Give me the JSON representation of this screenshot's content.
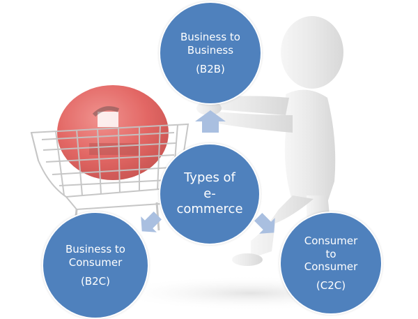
{
  "diagram": {
    "title": "Types of e-commerce",
    "colors": {
      "circle_fill": "#4f81bd",
      "circle_text": "#ffffff",
      "arrow_fill": "#a9bfe0",
      "cart_letter": "#e05a57",
      "background": "#ffffff"
    },
    "center": {
      "lines": [
        "Types of",
        "e-",
        "commerce"
      ]
    },
    "nodes": [
      {
        "id": "b2b",
        "lines": [
          "Business to",
          "Business"
        ],
        "abbr": "(B2B)"
      },
      {
        "id": "b2c",
        "lines": [
          "Business to",
          "Consumer"
        ],
        "abbr": "(B2C)"
      },
      {
        "id": "c2c",
        "lines": [
          "Consumer",
          "to",
          "Consumer"
        ],
        "abbr": "(C2C)"
      }
    ],
    "illustration": {
      "cart_letter": "e",
      "figure": "3D white figure pushing shopping cart"
    }
  }
}
